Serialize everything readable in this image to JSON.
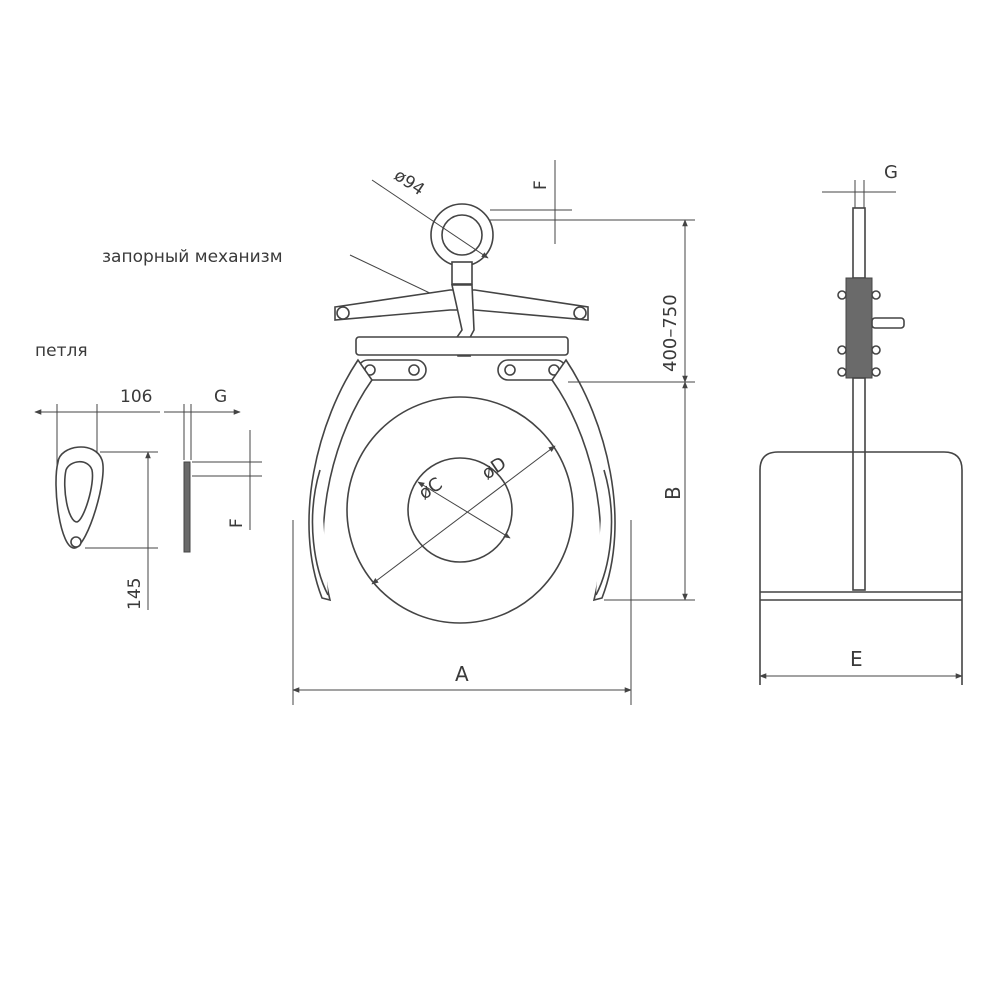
{
  "labels": {
    "lock_mechanism": "запорный механизм",
    "loop": "петля",
    "dia_eye": "ø94",
    "dim_F": "F",
    "dim_G": "G",
    "dim_height": "400–750",
    "dim_A": "A",
    "dim_B": "B",
    "dim_C": "øC",
    "dim_D": "øD",
    "dim_E": "E",
    "loop_106": "106",
    "loop_145": "145"
  },
  "colors": {
    "line": "#444444",
    "text": "#3a3a3a",
    "background": "#ffffff"
  }
}
